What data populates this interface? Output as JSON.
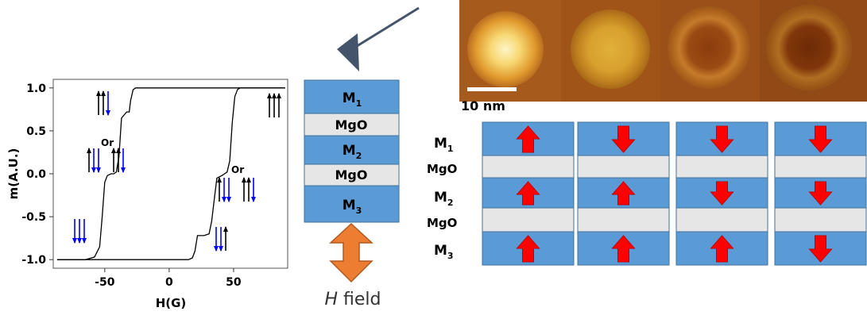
{
  "chart_data": {
    "type": "line",
    "xlabel": "H(G)",
    "ylabel": "m(A.U.)",
    "xlim": [
      -90,
      92
    ],
    "ylim": [
      -1.1,
      1.1
    ],
    "x_ticks": [
      "-50",
      "0",
      "50"
    ],
    "y_ticks": [
      "1.0",
      "0.5",
      "0.0",
      "-0.5",
      "-1.0"
    ],
    "series": [
      {
        "values_x": [
          -87,
          -65,
          -58,
          -54,
          -52,
          -50,
          -48,
          -45,
          -43,
          -41,
          -39,
          -37,
          -33,
          -31,
          -30,
          -28,
          -26,
          -22,
          0,
          50,
          90
        ],
        "values_y": [
          -1.0,
          -1.0,
          -0.97,
          -0.85,
          -0.5,
          -0.1,
          -0.02,
          -0.0,
          0.0,
          0.02,
          0.2,
          0.65,
          0.72,
          0.72,
          0.85,
          0.98,
          1.0,
          1.0,
          1.0,
          1.0,
          1.0
        ]
      },
      {
        "values_x": [
          90,
          55,
          53,
          51,
          49,
          47,
          45,
          43,
          41,
          37,
          35,
          33,
          31,
          27,
          24,
          22,
          20,
          18,
          15,
          0,
          -50,
          -87
        ],
        "values_y": [
          1.0,
          1.0,
          0.98,
          0.9,
          0.6,
          0.15,
          0.02,
          0.0,
          -0.02,
          -0.05,
          -0.3,
          -0.55,
          -0.7,
          -0.72,
          -0.72,
          -0.72,
          -0.9,
          -0.98,
          -1.0,
          -1.0,
          -1.0,
          -1.0
        ]
      }
    ],
    "annotations": [
      "Or",
      "Or"
    ]
  },
  "hysteresis_state_arrows": {
    "top_left": [
      "up",
      "up",
      "down"
    ],
    "left_mid_first": [
      "up",
      "down",
      "down"
    ],
    "left_mid_second": [
      "up",
      "up",
      "down"
    ],
    "bottom_left": [
      "down",
      "down",
      "down"
    ],
    "right_top": [
      "up",
      "up",
      "up"
    ],
    "right_mid_first": [
      "up",
      "down",
      "down"
    ],
    "right_mid_second": [
      "up",
      "up",
      "down"
    ],
    "right_bottom": [
      "down",
      "down",
      "up"
    ]
  },
  "stack": {
    "layers": [
      "M",
      "MgO",
      "M",
      "MgO",
      "M"
    ],
    "subscripts": [
      "1",
      "",
      "2",
      "",
      "3"
    ],
    "field_label": "H",
    "field_suffix": " field"
  },
  "afm": {
    "scale_label": "10 nm",
    "panels": 4
  },
  "configurations": {
    "row_labels": [
      "M",
      "MgO",
      "M",
      "MgO",
      "M"
    ],
    "row_subscripts": [
      "1",
      "",
      "2",
      "",
      "3"
    ],
    "columns": [
      [
        "up",
        "up",
        "up"
      ],
      [
        "down",
        "up",
        "up"
      ],
      [
        "down",
        "down",
        "up"
      ],
      [
        "down",
        "down",
        "down"
      ]
    ]
  },
  "colors": {
    "magnet": "#5b9bd5",
    "barrier": "#e7e6e6",
    "arrow_red": "#ff0000",
    "field_arrow": "#ed7d31",
    "pointer": "#44546a",
    "spin_up": "#000000",
    "spin_down": "#0000ff"
  }
}
